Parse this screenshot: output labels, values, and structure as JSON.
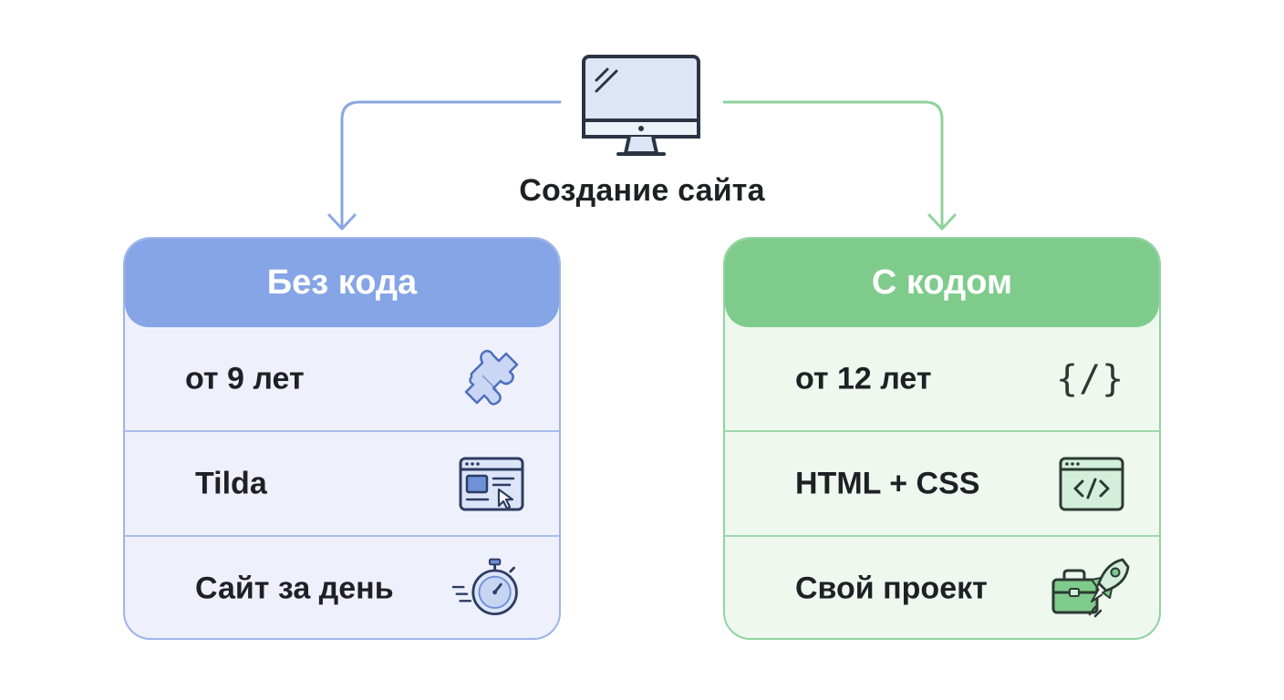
{
  "root": {
    "label": "Создание сайта",
    "icon": "monitor-icon"
  },
  "branches": [
    {
      "title": "Без кода",
      "color": "#86a5e6",
      "rows": [
        {
          "label": "от 9 лет",
          "icon": "puzzle-icon"
        },
        {
          "label": "Tilda",
          "icon": "browser-cursor-icon"
        },
        {
          "label": "Сайт за день",
          "icon": "stopwatch-icon"
        }
      ]
    },
    {
      "title": "С кодом",
      "color": "#7fcb8c",
      "rows": [
        {
          "label": "от 12 лет",
          "icon": "code-braces-icon",
          "icon_text": "{/}"
        },
        {
          "label": "HTML + CSS",
          "icon": "code-window-icon"
        },
        {
          "label": "Свой проект",
          "icon": "toolbox-rocket-icon"
        }
      ]
    }
  ]
}
